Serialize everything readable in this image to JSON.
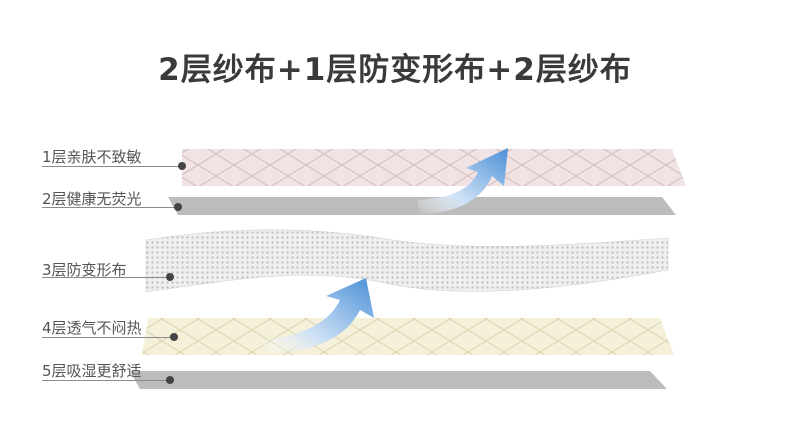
{
  "title": "2层纱布+1层防变形布+2层纱布",
  "layers": [
    {
      "label": "1层亲肤不致敏",
      "color": "#f1e3e4"
    },
    {
      "label": "2层健康无荧光",
      "color": "#b9b9b9"
    },
    {
      "label": "3层防变形布",
      "color": "#e6e6e6"
    },
    {
      "label": "4层透气不闷热",
      "color": "#f5f0d9"
    },
    {
      "label": "5层吸湿更舒适",
      "color": "#b9b9b9"
    }
  ],
  "colors": {
    "arrow": "#4a8fd6",
    "arrow_light": "#cfe2f6",
    "label_text": "#555555",
    "title_text": "#3a3a3a"
  }
}
